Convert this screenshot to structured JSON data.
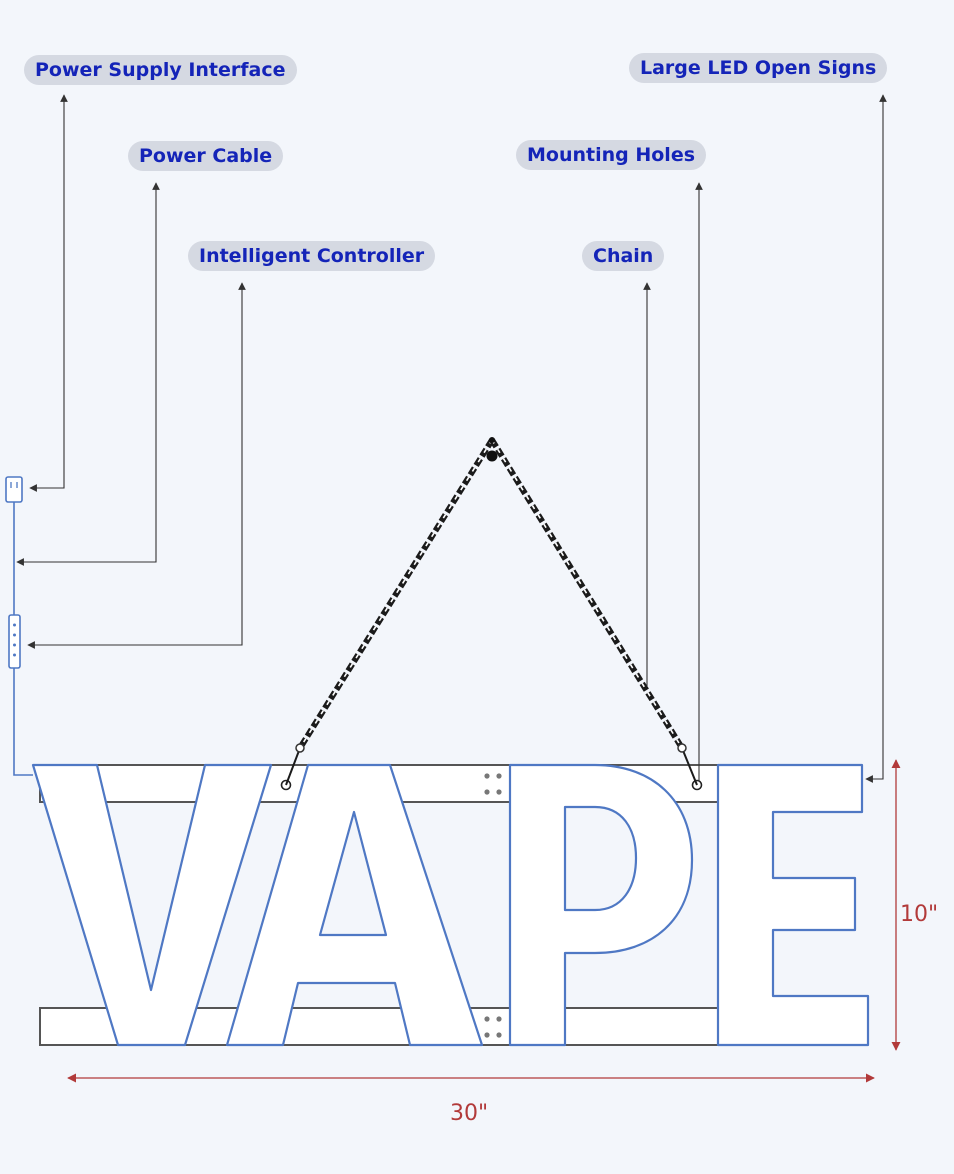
{
  "labels": {
    "power_supply_interface": "Power Supply Interface",
    "power_cable": "Power Cable",
    "intelligent_controller": "Intelligent Controller",
    "large_led_open_signs": "Large LED Open Signs",
    "mounting_holes": "Mounting Holes",
    "chain": "Chain"
  },
  "sign": {
    "text": "VAPE",
    "letters": [
      "V",
      "A",
      "P",
      "E"
    ]
  },
  "dimensions": {
    "width": "30\"",
    "height": "10\""
  },
  "colors": {
    "label_text": "#1424b8",
    "label_background": "#d5d9e2",
    "letter_fill": "#ffffff",
    "letter_outline": "#4f78c4",
    "dimension": "#b23a3a",
    "leader_line": "#333333"
  }
}
